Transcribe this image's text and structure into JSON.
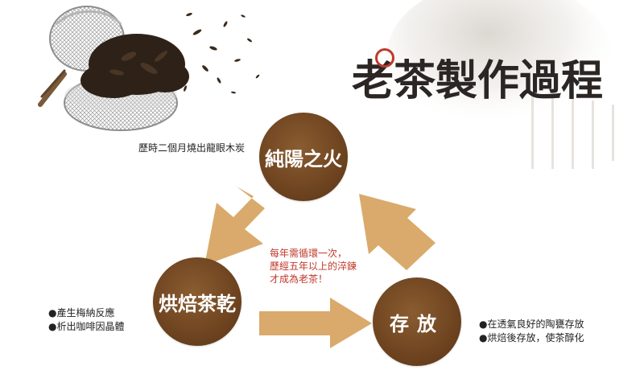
{
  "title": "老茶製作過程",
  "colors": {
    "node_fill": "#6e4420",
    "arrow_fill": "#d9aa6b",
    "title_text": "#2b2623",
    "accent_red": "#c0392b"
  },
  "cycle": {
    "top": {
      "label": "純陽之火",
      "note": "歷時二個月燒出龍眼木炭"
    },
    "left": {
      "label": "烘焙茶乾",
      "notes": [
        "●產生梅納反應",
        "●析出咖啡因晶體"
      ]
    },
    "right": {
      "label": "存放",
      "notes": [
        "●在透氣良好的陶甕存放",
        "●烘焙後存放，使茶醇化"
      ]
    },
    "center_notes": [
      "每年需循環一次，",
      "歷經五年以上的淬鍊",
      "才成為老茶！"
    ]
  }
}
